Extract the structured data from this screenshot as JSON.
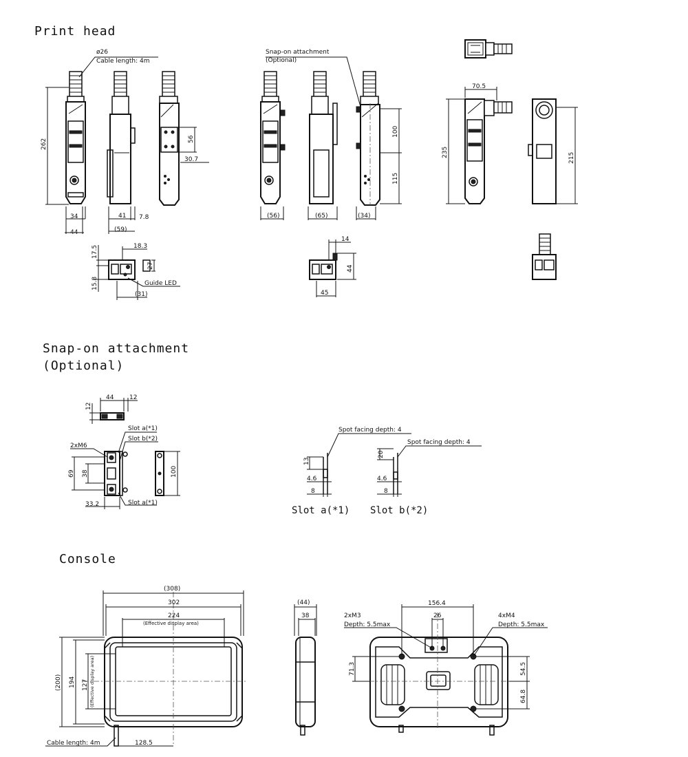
{
  "titles": {
    "print_head": "Print head",
    "snap_on_1": "Snap-on attachment",
    "snap_on_2": "(Optional)",
    "console": "Console"
  },
  "print_head": {
    "cable_dia": "ø26",
    "cable_length": "Cable length: 4m",
    "height_262": "262",
    "width_34": "34",
    "width_44": "44",
    "depth_41": "41",
    "depth_7_8": "7.8",
    "depth_59": "(59)",
    "dim_56": "56",
    "dim_30_7": "30.7",
    "snap_label_1": "Snap-on attachment",
    "snap_label_2": "(Optional)",
    "dim_100": "100",
    "dim_115": "115",
    "dim_56p": "(56)",
    "dim_65p": "(65)",
    "dim_34p": "(34)",
    "dim_70_5": "70.5",
    "dim_235": "235",
    "dim_215": "215",
    "top_17_5": "17.5",
    "top_18_3": "18.3",
    "top_27": "27",
    "top_15_8": "15.8",
    "guide_led": "Guide LED",
    "top_31p": "(31)",
    "top_14": "14",
    "top_44": "44",
    "top_45": "45"
  },
  "snap_on": {
    "dim_44": "44",
    "dim_12a": "12",
    "dim_12b": "12",
    "slot_a1_top": "Slot a(*1)",
    "slot_b2": "Slot b(*2)",
    "m6": "2xM6",
    "dim_69": "69",
    "dim_38": "38",
    "dim_100": "100",
    "dim_33_2": "33.2",
    "slot_a1_bottom": "Slot a(*1)",
    "spot_a": "Spot facing depth: 4",
    "a_13": "13",
    "a_4_6": "4.6",
    "a_8": "8",
    "slot_a_caption": "Slot a(*1)",
    "spot_b": "Spot facing depth: 4",
    "b_20": "20",
    "b_4_6": "4.6",
    "b_8": "8",
    "slot_b_caption": "Slot b(*2)"
  },
  "console": {
    "dim_308": "(308)",
    "dim_302": "302",
    "dim_224": "224",
    "eff_display_h": "(Effective display area)",
    "dim_200": "(200)",
    "dim_194": "194",
    "dim_127": "127",
    "eff_display_v": "(Effective display area)",
    "cable_length": "Cable length: 4m",
    "dim_128_5": "128.5",
    "dim_44p": "(44)",
    "dim_38": "38",
    "dim_156_4": "156.4",
    "dim_26": "26",
    "m3": "2xM3",
    "m3_depth": "Depth: 5.5max",
    "m4": "4xM4",
    "m4_depth": "Depth: 5.5max",
    "dim_71_3": "71.3",
    "dim_54_5": "54.5",
    "dim_64_8": "64.8"
  }
}
